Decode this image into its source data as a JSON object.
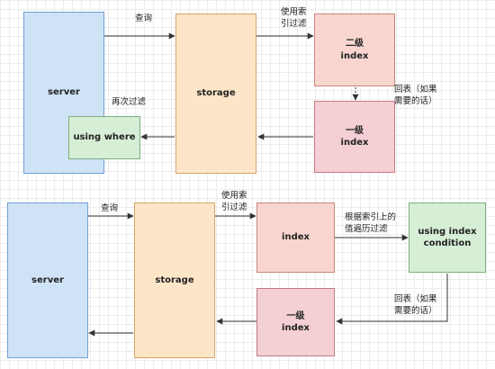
{
  "top": {
    "server": "server",
    "storage": "storage",
    "secondary_index": "二级\nindex",
    "primary_index": "一级\nindex",
    "using_where": "using where",
    "label_query": "查询",
    "label_use_index_filter": "使用索\n引过滤",
    "label_back_to_table": "回表（如果\n需要的话）",
    "label_filter_again": "再次过滤"
  },
  "bottom": {
    "server": "server",
    "storage": "storage",
    "index": "index",
    "primary_index": "一级\nindex",
    "using_index_condition": "using index\ncondition",
    "label_query": "查询",
    "label_use_index_filter": "使用索\n引过滤",
    "label_traverse_by_index": "根据索引上的\n值遍历过滤",
    "label_back_to_table": "回表（如果\n需要的话）"
  },
  "colors": {
    "server": "#cfe3f7",
    "storage": "#fde6c8",
    "index": "#f8d6cf",
    "primary_index": "#f4cfd3",
    "condition": "#d6edd6",
    "arrow": "#333333"
  }
}
